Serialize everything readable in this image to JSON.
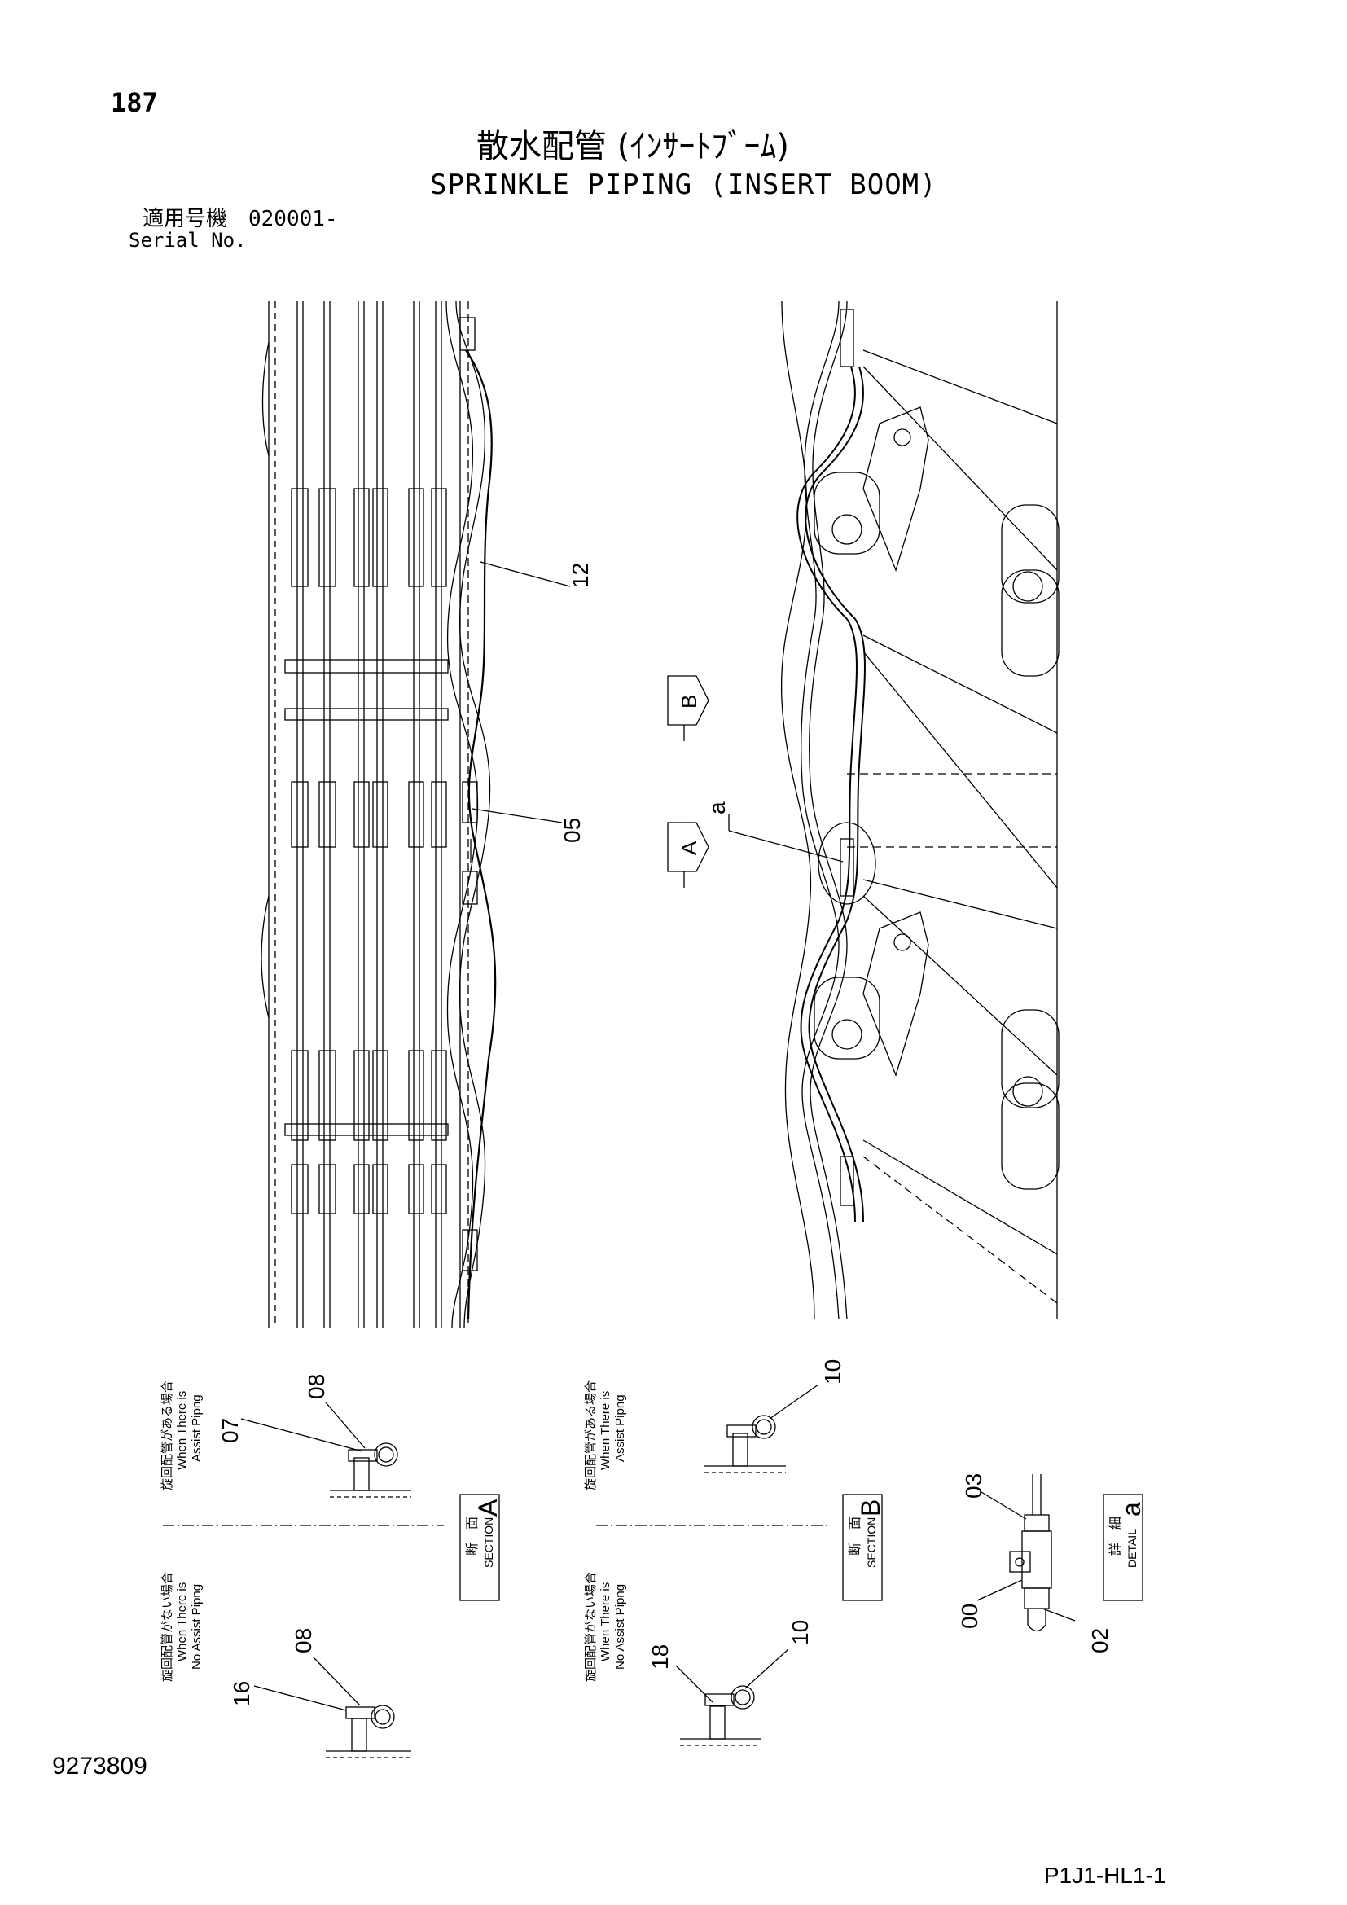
{
  "header": {
    "page_number": "187",
    "title_jp": "散水配管 (ｲﾝｻｰﾄﾌﾞｰﾑ)",
    "title_en": "SPRINKLE PIPING (INSERT BOOM)",
    "serial_jp": "適用号機　020001-",
    "serial_en": "Serial No."
  },
  "main_view": {
    "callouts": [
      "12",
      "05"
    ],
    "view_markers": [
      "B",
      "A"
    ],
    "detail_marker": "a"
  },
  "section_a": {
    "label_jp": "断　面",
    "label_en": "SECTION",
    "letter": "A",
    "assist_jp": "旋回配管がある場合",
    "assist_en_1": "When There is",
    "assist_en_2": "Assist Pipng",
    "no_assist_jp": "旋回配管がない場合",
    "no_assist_en_1": "When There is",
    "no_assist_en_2": "No Assist Pipng",
    "callouts_top": [
      "08",
      "07"
    ],
    "callouts_bottom": [
      "08",
      "16"
    ]
  },
  "section_b": {
    "label_jp": "断　面",
    "label_en": "SECTION",
    "letter": "B",
    "assist_jp": "旋回配管がある場合",
    "assist_en_1": "When There is",
    "assist_en_2": "Assist Pipng",
    "no_assist_jp": "旋回配管がない場合",
    "no_assist_en_1": "When There is",
    "no_assist_en_2": "No Assist Pipng",
    "callouts_top": [
      "10"
    ],
    "callouts_bottom": [
      "10",
      "18"
    ]
  },
  "detail_a": {
    "label_jp": "詳　細",
    "label_en": "DETAIL",
    "letter": "a",
    "callouts": [
      "03",
      "00",
      "02"
    ]
  },
  "footer": {
    "doc_number": "9273809",
    "sheet_code": "P1J1-HL1-1"
  }
}
